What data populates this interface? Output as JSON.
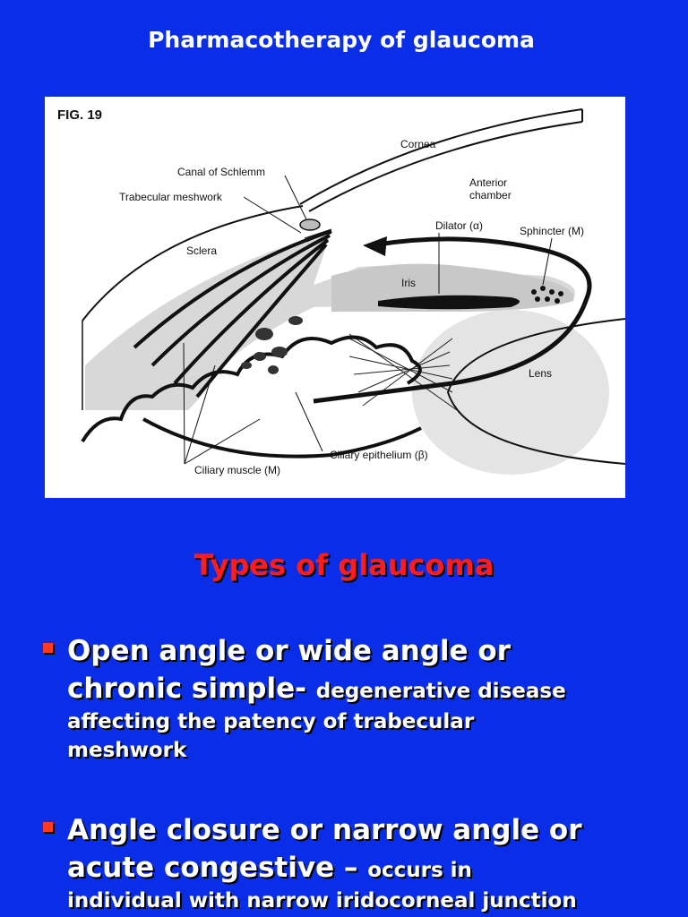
{
  "slide": {
    "title": "Pharmacotherapy of glaucoma",
    "section_heading": "Types of glaucoma",
    "colors": {
      "background": "#0a2ee8",
      "heading": "#ff1c1c",
      "bullet_marker": "#ff3b1f",
      "text": "#ffffff"
    }
  },
  "figure": {
    "label": "FIG. 19",
    "labels": {
      "cornea": "Cornea",
      "canal": "Canal of Schlemm",
      "trabecular": "Trabecular meshwork",
      "anterior_1": "Anterior",
      "anterior_2": "chamber",
      "dilator": "Dilator (α)",
      "sphincter": "Sphincter (M)",
      "sclera": "Sclera",
      "iris": "Iris",
      "lens": "Lens",
      "ciliary_epithelium": "Ciliary epithelium (β)",
      "ciliary_muscle": "Ciliary muscle (M)"
    }
  },
  "bullets": [
    {
      "line1": "Open angle or wide angle or",
      "line2_big": "chronic simple- ",
      "line2_small": "degenerative disease",
      "rest": "affecting the patency of trabecular meshwork"
    },
    {
      "line1": "Angle closure or narrow angle or",
      "line2_big": "acute congestive – ",
      "line2_small": "occurs in",
      "rest": "individual with narrow iridocorneal junction"
    }
  ]
}
